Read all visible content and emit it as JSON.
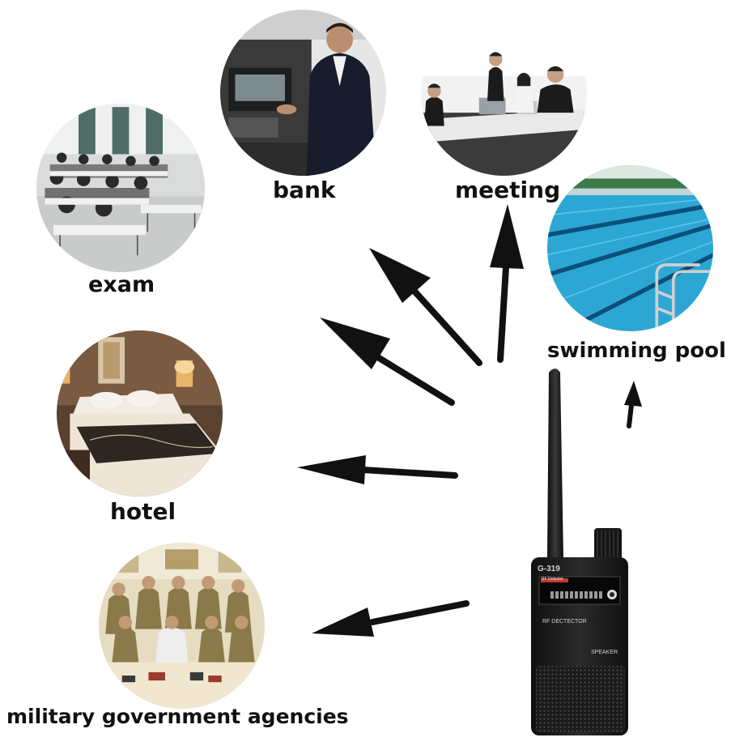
{
  "scenes": {
    "bank": {
      "label": "bank"
    },
    "meeting": {
      "label": "meeting"
    },
    "exam": {
      "label": "exam"
    },
    "swimming_pool": {
      "label": "swimming pool"
    },
    "hotel": {
      "label": "hotel"
    },
    "military": {
      "label": "military government agencies"
    }
  },
  "device": {
    "model": "G-319",
    "panel_title": "RF Detector",
    "rf_label": "RF DECTECTOR",
    "speaker_label": "SPEAKER"
  },
  "colors": {
    "arrow": "#111111",
    "pool_water": "#29a8d6",
    "device_body": "#1a1a1a"
  }
}
